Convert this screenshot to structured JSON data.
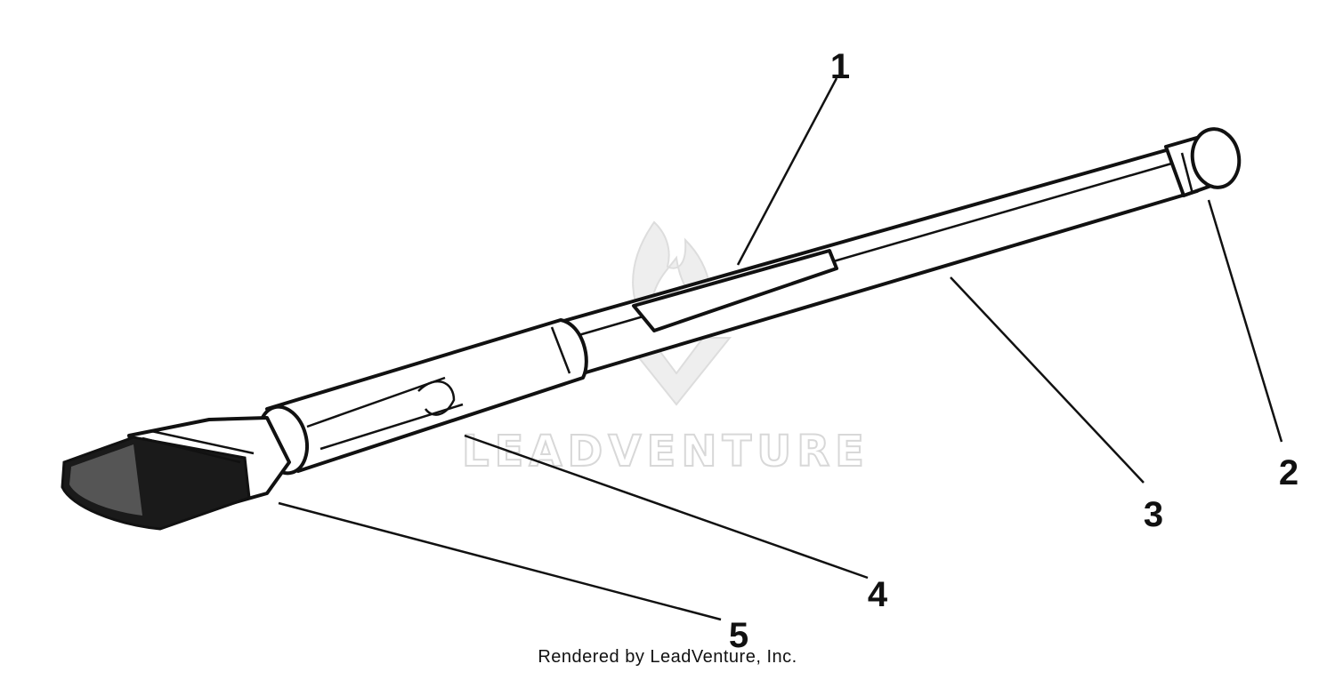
{
  "callouts": [
    "1",
    "2",
    "3",
    "4",
    "5"
  ],
  "watermark": "LEADVENTURE",
  "credit": "Rendered by LeadVenture, Inc."
}
